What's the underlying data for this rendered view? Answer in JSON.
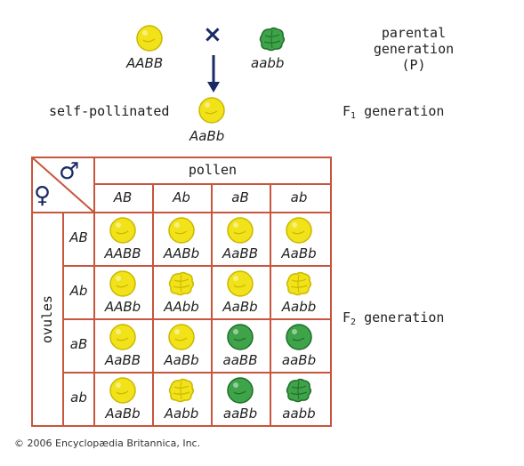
{
  "parental": {
    "cross_symbol": "×",
    "left_genotype": "AABB",
    "right_genotype": "aabb",
    "label_line1": "parental",
    "label_line2": "generation",
    "label_line3": "(P)"
  },
  "f1": {
    "left_label": "self-pollinated",
    "genotype": "AaBb",
    "label_prefix": "F",
    "label_sub": "1",
    "label_suffix": " generation"
  },
  "f2": {
    "label_prefix": "F",
    "label_sub": "2",
    "label_suffix": " generation"
  },
  "punnett": {
    "male_symbol": "♂",
    "female_symbol": "♀",
    "pollen_label": "pollen",
    "ovules_label": "ovules",
    "column_headers": [
      "AB",
      "Ab",
      "aB",
      "ab"
    ],
    "row_headers": [
      "AB",
      "Ab",
      "aB",
      "ab"
    ],
    "cells": [
      [
        {
          "g": "AABB",
          "pea": "yellow-round"
        },
        {
          "g": "AABb",
          "pea": "yellow-round"
        },
        {
          "g": "AaBB",
          "pea": "yellow-round"
        },
        {
          "g": "AaBb",
          "pea": "yellow-round"
        }
      ],
      [
        {
          "g": "AABb",
          "pea": "yellow-round"
        },
        {
          "g": "AAbb",
          "pea": "yellow-wrinkled"
        },
        {
          "g": "AaBb",
          "pea": "yellow-round"
        },
        {
          "g": "Aabb",
          "pea": "yellow-wrinkled"
        }
      ],
      [
        {
          "g": "AaBB",
          "pea": "yellow-round"
        },
        {
          "g": "AaBb",
          "pea": "yellow-round"
        },
        {
          "g": "aaBB",
          "pea": "green-round"
        },
        {
          "g": "aaBb",
          "pea": "green-round"
        }
      ],
      [
        {
          "g": "AaBb",
          "pea": "yellow-round"
        },
        {
          "g": "Aabb",
          "pea": "yellow-wrinkled"
        },
        {
          "g": "aaBb",
          "pea": "green-round"
        },
        {
          "g": "aabb",
          "pea": "green-wrinkled"
        }
      ]
    ]
  },
  "copyright": "© 2006 Encyclopædia Britannica, Inc.",
  "colors": {
    "grid": "#c8553d",
    "yellow": "#f2e21a",
    "yellow_dark": "#c9b800",
    "green": "#3fa34a",
    "green_dark": "#1f6e2a",
    "arrow": "#1a2a66"
  }
}
